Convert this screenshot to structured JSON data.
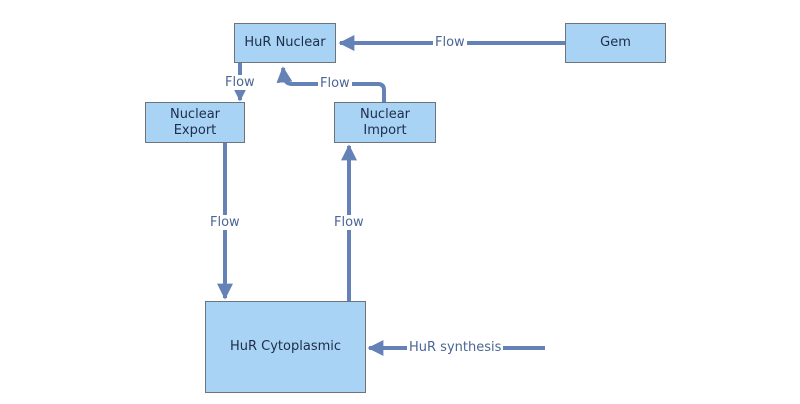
{
  "colors": {
    "node_fill": "#a8d3f5",
    "node_border": "#6e747c",
    "edge": "#6482b6",
    "label_text": "#4b6596",
    "node_text": "#1e2d4a"
  },
  "nodes": {
    "hur_nuclear": "HuR Nuclear",
    "gem": "Gem",
    "nuclear_export": "Nuclear\nExport",
    "nuclear_import": "Nuclear\nImport",
    "hur_cytoplasmic": "HuR Cytoplasmic"
  },
  "edges": {
    "gem_to_nuclear": "Flow",
    "nuclear_to_export": "Flow",
    "import_to_nuclear": "Flow",
    "export_to_cytoplasmic": "Flow",
    "cytoplasmic_to_import": "Flow",
    "synthesis": "HuR synthesis"
  }
}
